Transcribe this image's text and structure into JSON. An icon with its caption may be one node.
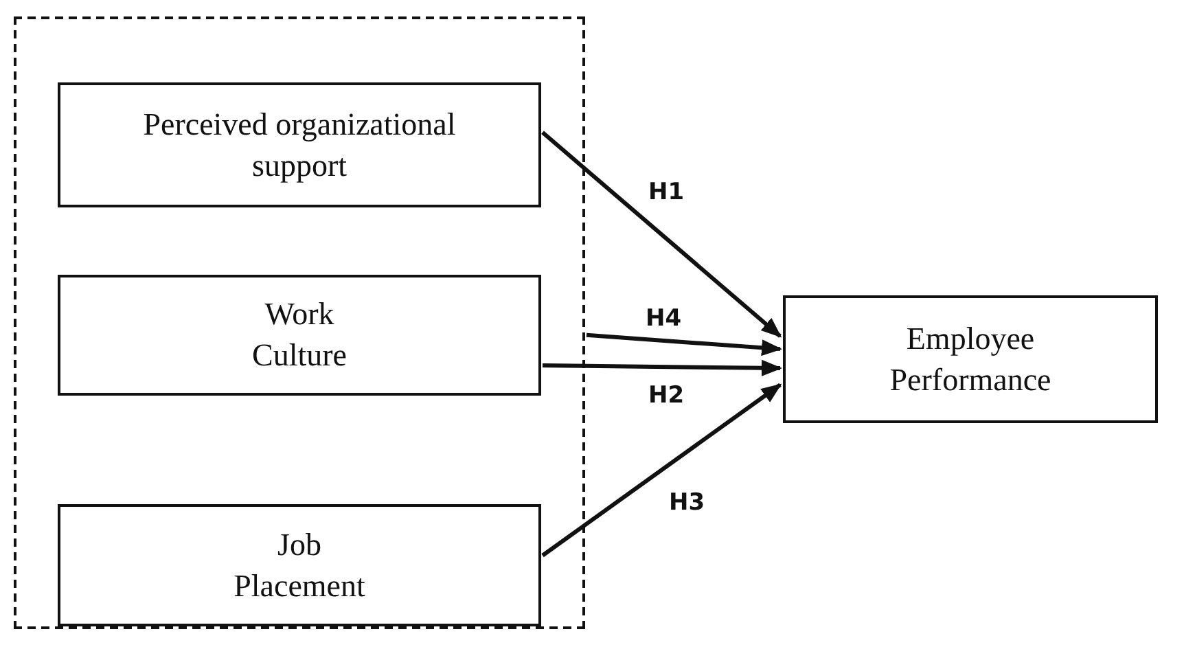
{
  "diagram": {
    "nodes": [
      {
        "text": [],
        "shape": "box"
      },
      {
        "text": [
          "Perceived organizational support"
        ],
        "in": 0
      },
      {
        "text": [
          "Work Culture"
        ],
        "in": 0
      },
      {
        "text": [
          "Job Placement"
        ],
        "in": 0
      },
      {
        "text": [
          "Employee Performance"
        ]
      }
    ],
    "edges": [
      {
        "from": 1,
        "to": 4,
        "arrow": "to",
        "label": "H1"
      },
      {
        "from": 0,
        "to": 4,
        "arrow": "to",
        "label": "H4"
      },
      {
        "from": 2,
        "to": 4,
        "arrow": "to",
        "label": "H2"
      },
      {
        "from": 3,
        "to": 4,
        "arrow": "to",
        "label": "H3"
      }
    ]
  }
}
